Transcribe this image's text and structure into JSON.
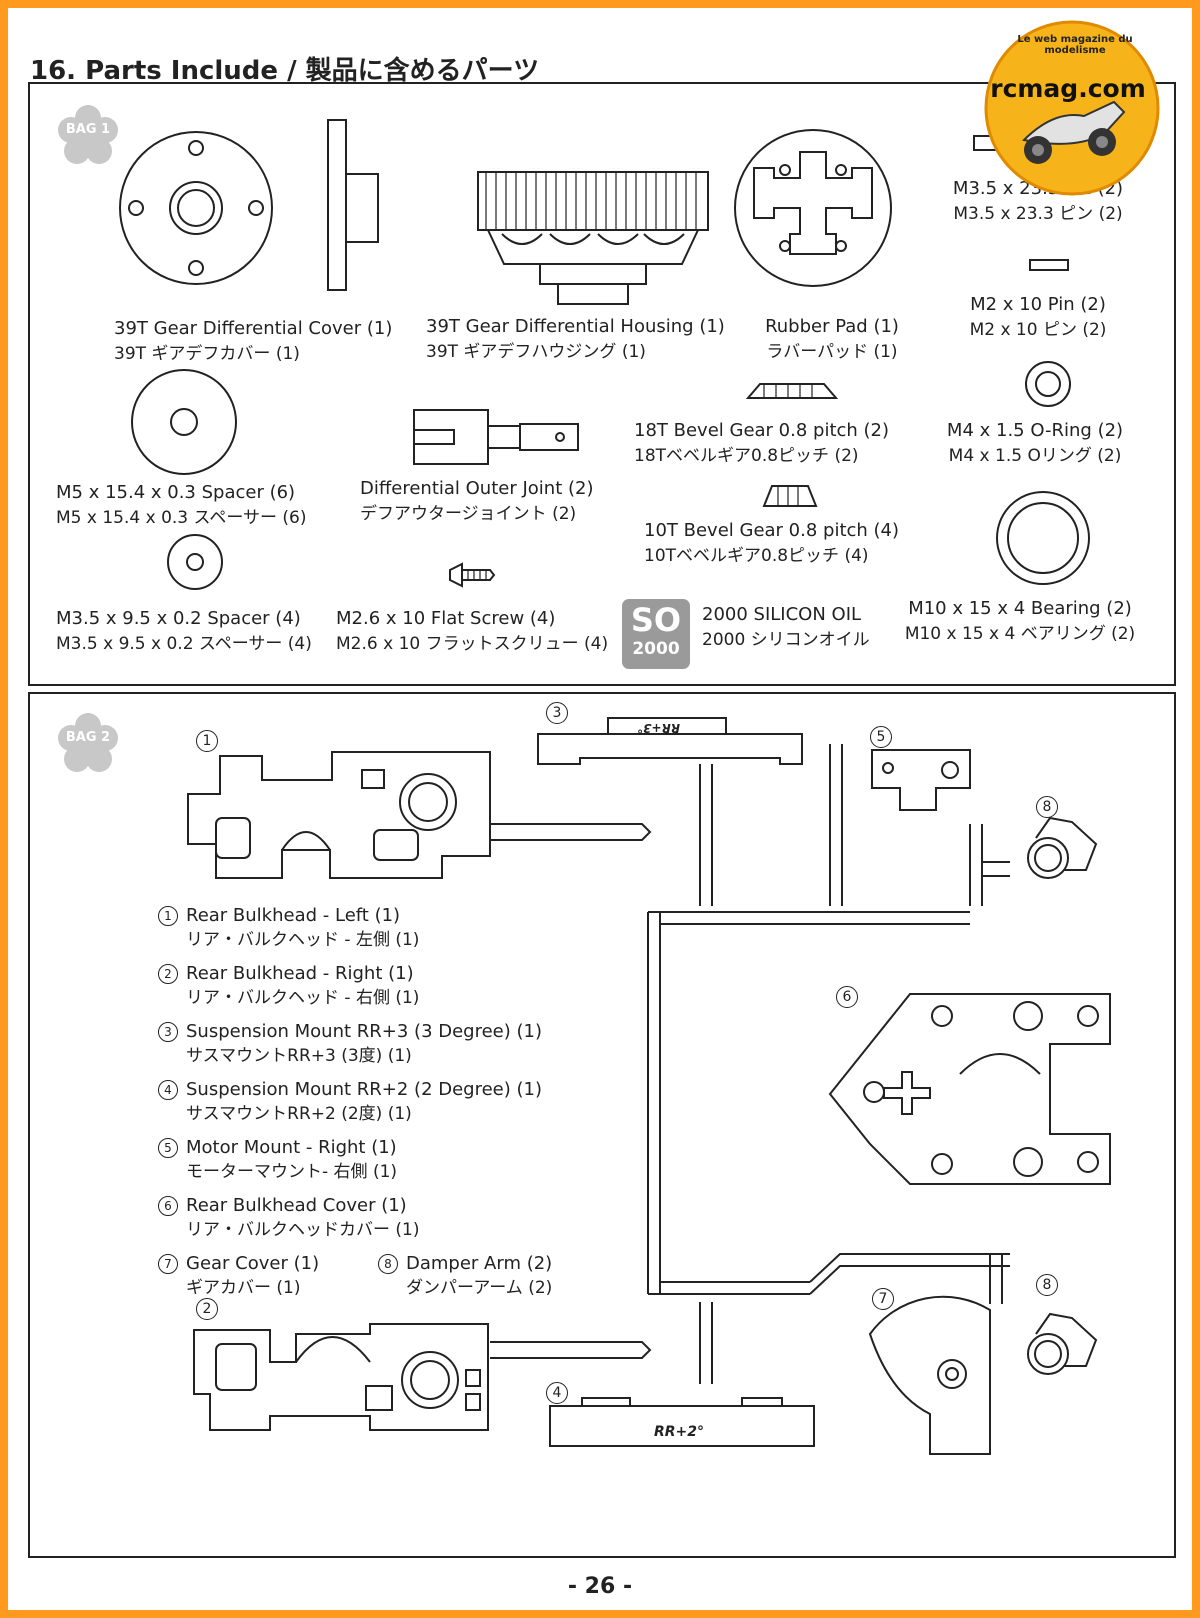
{
  "header": {
    "title": "16. Parts Include / 製品に含めるパーツ"
  },
  "logo": {
    "text": "rcmag.com",
    "tagline": "Le web magazine du modelisme"
  },
  "bag1": {
    "badge": "BAG 1",
    "parts": [
      {
        "en": "39T Gear Differential Cover (1)",
        "jp": "39T ギアデフカバー (1)"
      },
      {
        "en": "39T Gear Differential Housing (1)",
        "jp": "39T ギアデフハウジング (1)"
      },
      {
        "en": "Rubber Pad (1)",
        "jp": "ラバーパッド (1)"
      },
      {
        "en": "M3.5 x 23.3 Pin (2)",
        "jp": "M3.5 x 23.3 ピン (2)"
      },
      {
        "en": "M2 x 10 Pin (2)",
        "jp": "M2 x 10 ピン (2)"
      },
      {
        "en": "M5 x 15.4 x 0.3 Spacer (6)",
        "jp": "M5 x 15.4 x 0.3 スペーサー (6)"
      },
      {
        "en": "Differential Outer Joint (2)",
        "jp": "デフアウタージョイント (2)"
      },
      {
        "en": "18T Bevel Gear 0.8 pitch (2)",
        "jp": "18Tベベルギア0.8ピッチ (2)"
      },
      {
        "en": "M4 x 1.5 O-Ring (2)",
        "jp": "M4 x 1.5 Oリング (2)"
      },
      {
        "en": "10T Bevel Gear 0.8 pitch (4)",
        "jp": "10Tベベルギア0.8ピッチ (4)"
      },
      {
        "en": "M3.5 x 9.5 x 0.2 Spacer (4)",
        "jp": "M3.5 x 9.5 x 0.2 スペーサー (4)"
      },
      {
        "en": "M2.6 x 10 Flat Screw (4)",
        "jp": "M2.6 x 10 フラットスクリュー (4)"
      },
      {
        "en": "2000 SILICON OIL",
        "jp": "2000 シリコンオイル"
      },
      {
        "en": "M10 x 15 x 4 Bearing (2)",
        "jp": "M10 x 15 x 4 ベアリング (2)"
      }
    ],
    "oil_badge": {
      "top": "SO",
      "bottom": "2000"
    }
  },
  "bag2": {
    "badge": "BAG 2",
    "callouts": [
      "1",
      "2",
      "3",
      "4",
      "5",
      "6",
      "7",
      "8"
    ],
    "mount_marks": {
      "rr3": "RR+3°",
      "rr2": "RR+2°"
    },
    "legend": [
      {
        "n": "1",
        "en": "Rear Bulkhead - Left (1)",
        "jp": "リア・バルクヘッド - 左側 (1)"
      },
      {
        "n": "2",
        "en": "Rear Bulkhead - Right (1)",
        "jp": "リア・バルクヘッド - 右側 (1)"
      },
      {
        "n": "3",
        "en": "Suspension Mount RR+3 (3 Degree) (1)",
        "jp": "サスマウントRR+3 (3度) (1)"
      },
      {
        "n": "4",
        "en": "Suspension Mount RR+2 (2 Degree) (1)",
        "jp": "サスマウントRR+2 (2度) (1)"
      },
      {
        "n": "5",
        "en": "Motor Mount - Right (1)",
        "jp": "モーターマウント- 右側 (1)"
      },
      {
        "n": "6",
        "en": "Rear Bulkhead Cover (1)",
        "jp": "リア・バルクヘッドカバー (1)"
      },
      {
        "n": "7",
        "en": "Gear Cover (1)",
        "jp": "ギアカバー (1)"
      },
      {
        "n": "8",
        "en": "Damper Arm (2)",
        "jp": "ダンパーアーム (2)"
      }
    ]
  },
  "footer": {
    "page_number": "- 26 -"
  },
  "colors": {
    "frame": "#ff9a1f",
    "ink": "#222222",
    "badge_gray": "#9a9a9a"
  }
}
